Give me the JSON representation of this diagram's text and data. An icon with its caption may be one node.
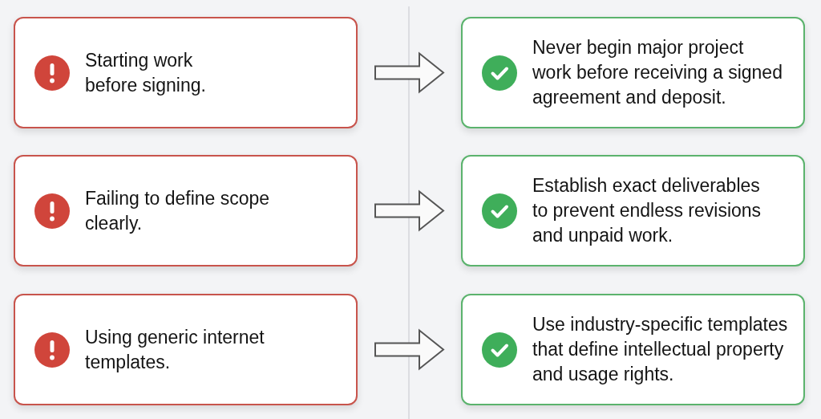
{
  "diagram": {
    "nodes": [
      {
        "text": [
          "Starting work before signing."
        ]
      },
      {
        "text": [
          "Never begin major project work before receiving a signed agreement and deposit."
        ]
      },
      {
        "text": [
          "Failing to define scope clearly."
        ]
      },
      {
        "text": [
          "Establish exact deliverables to prevent endless revisions and unpaid work."
        ]
      },
      {
        "text": [
          "Using generic internet templates."
        ]
      },
      {
        "text": [
          "Use industry-specific templates that define intellectual property and usage rights."
        ]
      }
    ],
    "edges": [
      {
        "from": 0,
        "to": 1,
        "arrow": "to"
      },
      {
        "from": 2,
        "to": 3,
        "arrow": "to"
      },
      {
        "from": 4,
        "to": 5,
        "arrow": "to"
      }
    ]
  }
}
